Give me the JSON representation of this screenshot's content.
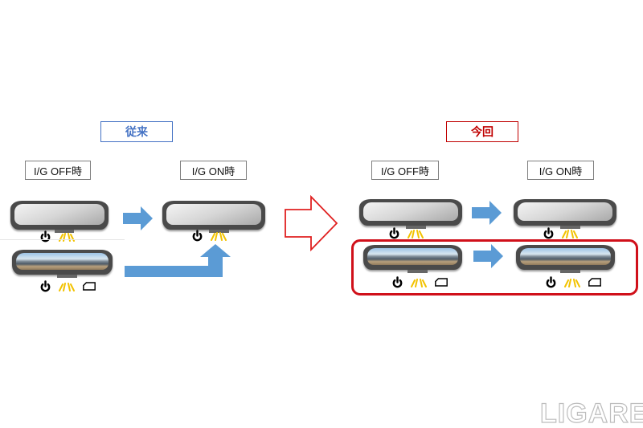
{
  "left_panel": {
    "title": "従来",
    "off_label": "I/G OFF時",
    "on_label": "I/G ON時"
  },
  "right_panel": {
    "title": "今回",
    "off_label": "I/G OFF時",
    "on_label": "I/G ON時"
  },
  "colors": {
    "blue": "#4472c4",
    "red": "#c00000",
    "arrow_blue": "#5b9bd5",
    "light_yellow": "#f2c200"
  },
  "watermark": "LIGARE"
}
